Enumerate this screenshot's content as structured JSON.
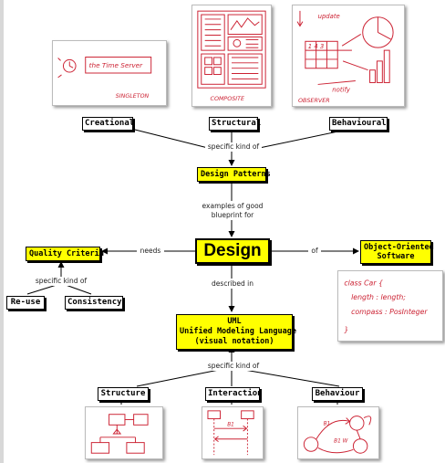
{
  "colors": {
    "node_fill": "#ffff00",
    "sketch_ink": "#cc2233",
    "edge": "#000000"
  },
  "nodes": {
    "creational": "Creational",
    "structural": "Structural",
    "behavioural": "Behavioural",
    "design_patterns": "Design Patterns",
    "design": "Design",
    "quality_criteria": "Quality Criteria",
    "object_oriented_line1": "Object-Oriented",
    "object_oriented_line2": "Software",
    "reuse": "Re-use",
    "consistency": "Consistency",
    "uml_line1": "UML",
    "uml_line2": "Unified Modeling Language",
    "uml_line3": "(visual notation)",
    "structure": "Structure",
    "interaction": "Interaction",
    "behaviour": "Behaviour"
  },
  "links": {
    "specific_kind_patterns": "specific kind of",
    "examples_line1": "examples of good",
    "examples_line2": "blueprint for",
    "needs": "needs",
    "of": "of",
    "specific_kind_quality": "specific kind of",
    "described_in": "described in",
    "specific_kind_uml": "specific kind of"
  },
  "sketches": {
    "singleton_label": "SINGLETON",
    "singleton_box": "the Time Server",
    "composite_label": "COMPOSITE",
    "observer_label": "OBSERVER",
    "observer_update": "update",
    "observer_notify": "notify",
    "code_line1": "class Car {",
    "code_line2": "length : length;",
    "code_line3": "compass : PosInteger",
    "code_line4": "}"
  }
}
